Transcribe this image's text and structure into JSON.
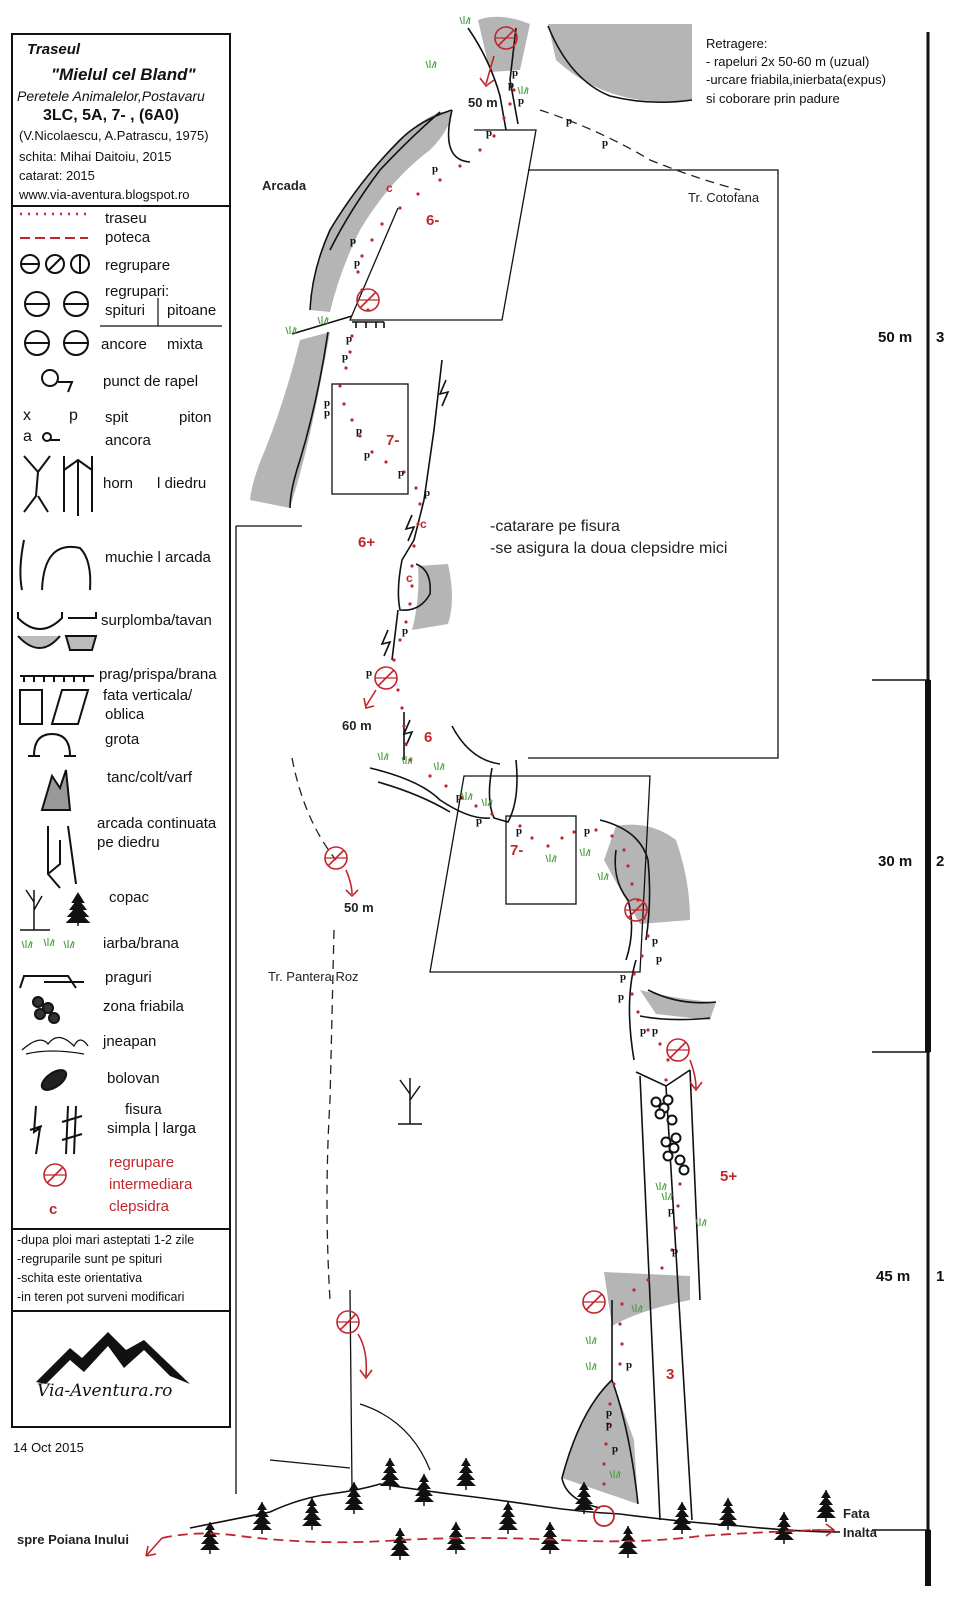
{
  "header": {
    "label": "Traseul",
    "name": "\"Mielul cel Bland\"",
    "location": "Peretele Animalelor,Postavaru",
    "grade_line": "3LC, 5A, 7- , (6A0)",
    "authors": "(V.Nicolaescu, A.Patrascu, 1975)",
    "sketch": "schita: Mihai Daitoiu, 2015",
    "climbed": "catarat: 2015",
    "website": "www.via-aventura.blogspot.ro"
  },
  "legend": {
    "traseu": "traseu",
    "poteca": "poteca",
    "regrupare": "regrupare",
    "regrupari": "regrupari:",
    "spituri": "spituri",
    "pitoane": "pitoane",
    "ancore": "ancore",
    "mixta": "mixta",
    "punct_rapel": "punct de rapel",
    "x": "x",
    "p": "p",
    "spit": "spit",
    "piton": "piton",
    "a": "a",
    "ancora": "ancora",
    "horn": "horn",
    "diedru": "l diedru",
    "muchie": "muchie l arcada",
    "surplomba": "surplomba/tavan",
    "prag": "prag/prispa/brana",
    "fata_verticala": "fata verticala/",
    "oblica": "oblica",
    "grota": "grota",
    "tanc": "tanc/colt/varf",
    "arcada_cont": "arcada continuata",
    "pe_diedru": "pe diedru",
    "copac": "copac",
    "iarba": "iarba/brana",
    "praguri": "praguri",
    "zona_friabila": "zona friabila",
    "jneapan": "jneapan",
    "bolovan": "bolovan",
    "fisura": "fisura",
    "fisura_types": "simpla  |  larga",
    "regrupare_int": "regrupare",
    "intermediara": "intermediara",
    "clepsidra": "clepsidra",
    "c": "c"
  },
  "notes": [
    "-dupa ploi mari asteptati 1-2 zile",
    "-regruparile sunt pe spituri",
    "-schita este orientativa",
    "-in teren pot surveni modificari"
  ],
  "logo_text": "Via-Aventura.ro",
  "date": "14 Oct 2015",
  "retreat": {
    "title": "Retragere:",
    "line1": "- rapeluri 2x 50-60  m (uzual)",
    "line2": " -urcare friabila,inierbata(expus)",
    "line3": "si coborare prin padure"
  },
  "route_labels": {
    "arcada": "Arcada",
    "cotofana": "Tr. Cotofana",
    "pantera": "Tr. Pantera Roz",
    "crack_note1": "-catarare pe fisura",
    "crack_note2": "-se asigura la doua clepsidre mici",
    "rap_50_top": "50 m",
    "rap_60": "60 m",
    "rap_50_left": "50 m",
    "spre_poiana": "spre  Poiana  Inului",
    "fata": "Fata",
    "inalta": "Inalta"
  },
  "grades": {
    "g6minus": "6-",
    "g7minus_top": "7-",
    "g6plus": "6+",
    "g6": "6",
    "g7minus_mid": "7-",
    "g5plus": "5+",
    "g3": "3"
  },
  "pitch_scale": [
    {
      "length": "50 m",
      "pitch": "3"
    },
    {
      "length": "30 m",
      "pitch": "2"
    },
    {
      "length": "45 m",
      "pitch": "1"
    }
  ],
  "colors": {
    "route_red": "#c0272d",
    "rock_gray": "#b3b3b3",
    "ink": "#111111"
  }
}
